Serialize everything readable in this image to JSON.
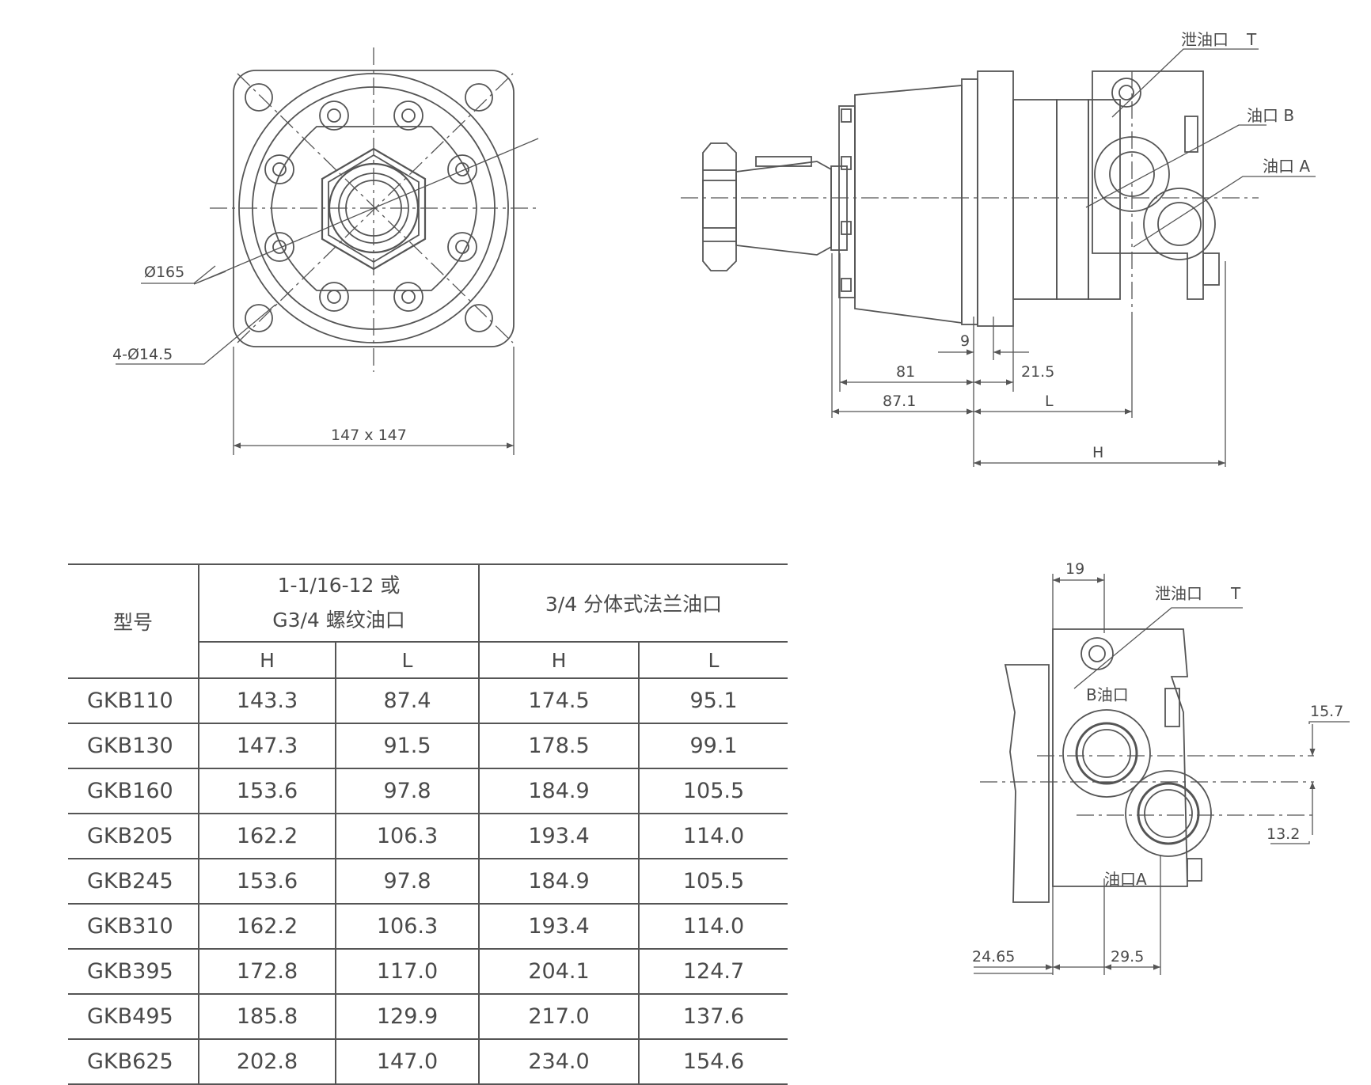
{
  "front_view": {
    "pcd_label": "Ø165",
    "holes_label": "4-Ø14.5",
    "flange_label": "147 x 147"
  },
  "side_view": {
    "drain_port_label": "泄油口",
    "drain_port_code": "T",
    "port_b_label": "油口 B",
    "port_a_label": "油口 A",
    "dim_9": "9",
    "dim_81": "81",
    "dim_21_5": "21.5",
    "dim_87_1": "87.1",
    "dim_L": "L",
    "dim_H": "H"
  },
  "port_view": {
    "dim_19": "19",
    "drain_port_label": "泄油口",
    "drain_port_code": "T",
    "port_b_label": "B油口",
    "port_a_label": "油口A",
    "dim_15_7": "15.7",
    "dim_13_2": "13.2",
    "dim_24_65": "24.65",
    "dim_29_5": "29.5"
  },
  "table": {
    "model_header": "型号",
    "group1_header_line1": "1-1/16-12 或",
    "group1_header_line2": "G3/4 螺纹油口",
    "group2_header": "3/4 分体式法兰油口",
    "sub_h1": "H",
    "sub_l1": "L",
    "sub_h2": "H",
    "sub_l2": "L",
    "rows": [
      {
        "model": "GKB110",
        "h1": "143.3",
        "l1": "87.4",
        "h2": "174.5",
        "l2": "95.1"
      },
      {
        "model": "GKB130",
        "h1": "147.3",
        "l1": "91.5",
        "h2": "178.5",
        "l2": "99.1"
      },
      {
        "model": "GKB160",
        "h1": "153.6",
        "l1": "97.8",
        "h2": "184.9",
        "l2": "105.5"
      },
      {
        "model": "GKB205",
        "h1": "162.2",
        "l1": "106.3",
        "h2": "193.4",
        "l2": "114.0"
      },
      {
        "model": "GKB245",
        "h1": "153.6",
        "l1": "97.8",
        "h2": "184.9",
        "l2": "105.5"
      },
      {
        "model": "GKB310",
        "h1": "162.2",
        "l1": "106.3",
        "h2": "193.4",
        "l2": "114.0"
      },
      {
        "model": "GKB395",
        "h1": "172.8",
        "l1": "117.0",
        "h2": "204.1",
        "l2": "124.7"
      },
      {
        "model": "GKB495",
        "h1": "185.8",
        "l1": "129.9",
        "h2": "217.0",
        "l2": "137.6"
      },
      {
        "model": "GKB625",
        "h1": "202.8",
        "l1": "147.0",
        "h2": "234.0",
        "l2": "154.6"
      }
    ]
  }
}
